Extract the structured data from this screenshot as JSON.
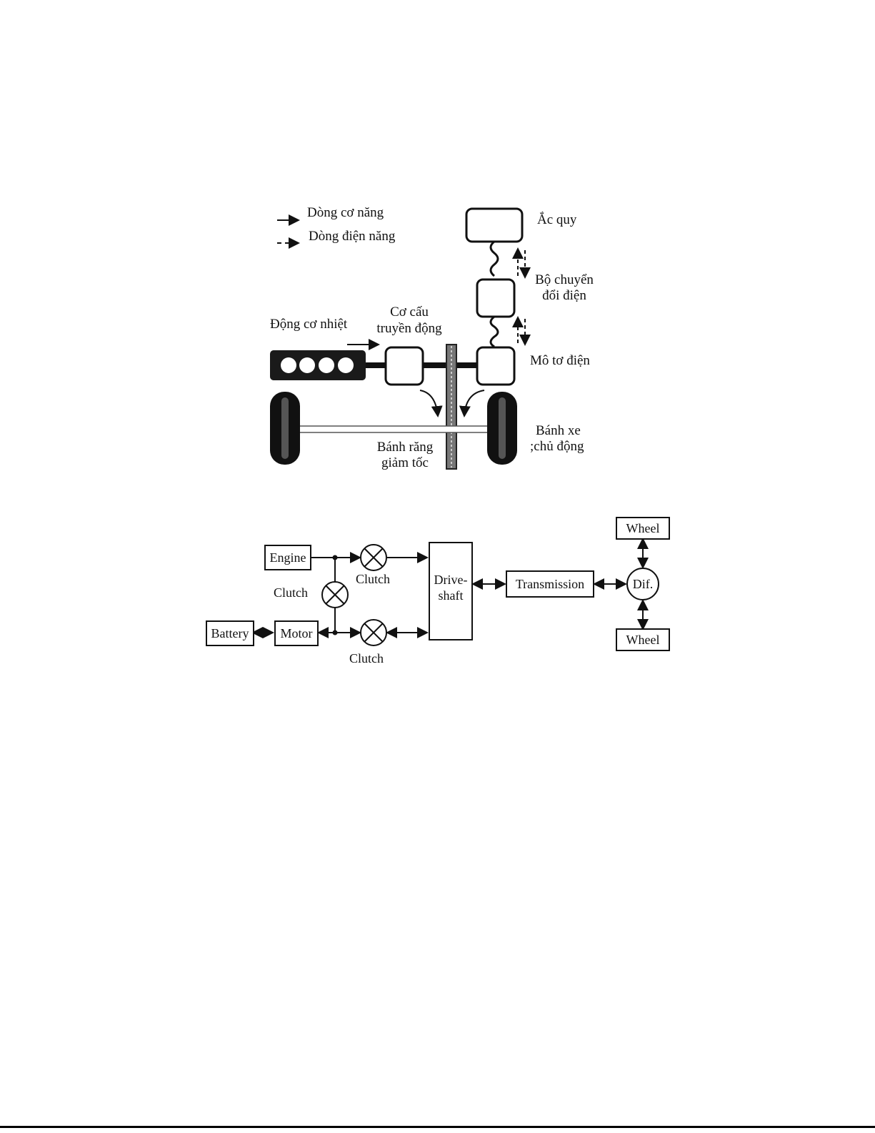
{
  "figure1": {
    "legend": {
      "mechanical": "Dòng cơ năng",
      "electrical": "Dòng điện năng"
    },
    "labels": {
      "battery": "Ắc quy",
      "converter_line1": "Bộ chuyển",
      "converter_line2": "đổi điện",
      "transmission_line1": "Cơ cấu",
      "transmission_line2": "truyền động",
      "engine": "Động cơ nhiệt",
      "motor": "Mô tơ điện",
      "wheel_line1": "Bánh xe",
      "wheel_line2": ";chủ động",
      "gear_line1": "Bánh răng",
      "gear_line2": "giảm tốc"
    }
  },
  "figure2": {
    "engine": "Engine",
    "clutch_top": "Clutch",
    "clutch_mid": "Clutch",
    "clutch_bottom": "Clutch",
    "driveshaft_line1": "Drive-",
    "driveshaft_line2": "shaft",
    "transmission": "Transmission",
    "dif": "Dif.",
    "wheel_top": "Wheel",
    "wheel_bottom": "Wheel",
    "battery": "Battery",
    "motor": "Motor"
  }
}
